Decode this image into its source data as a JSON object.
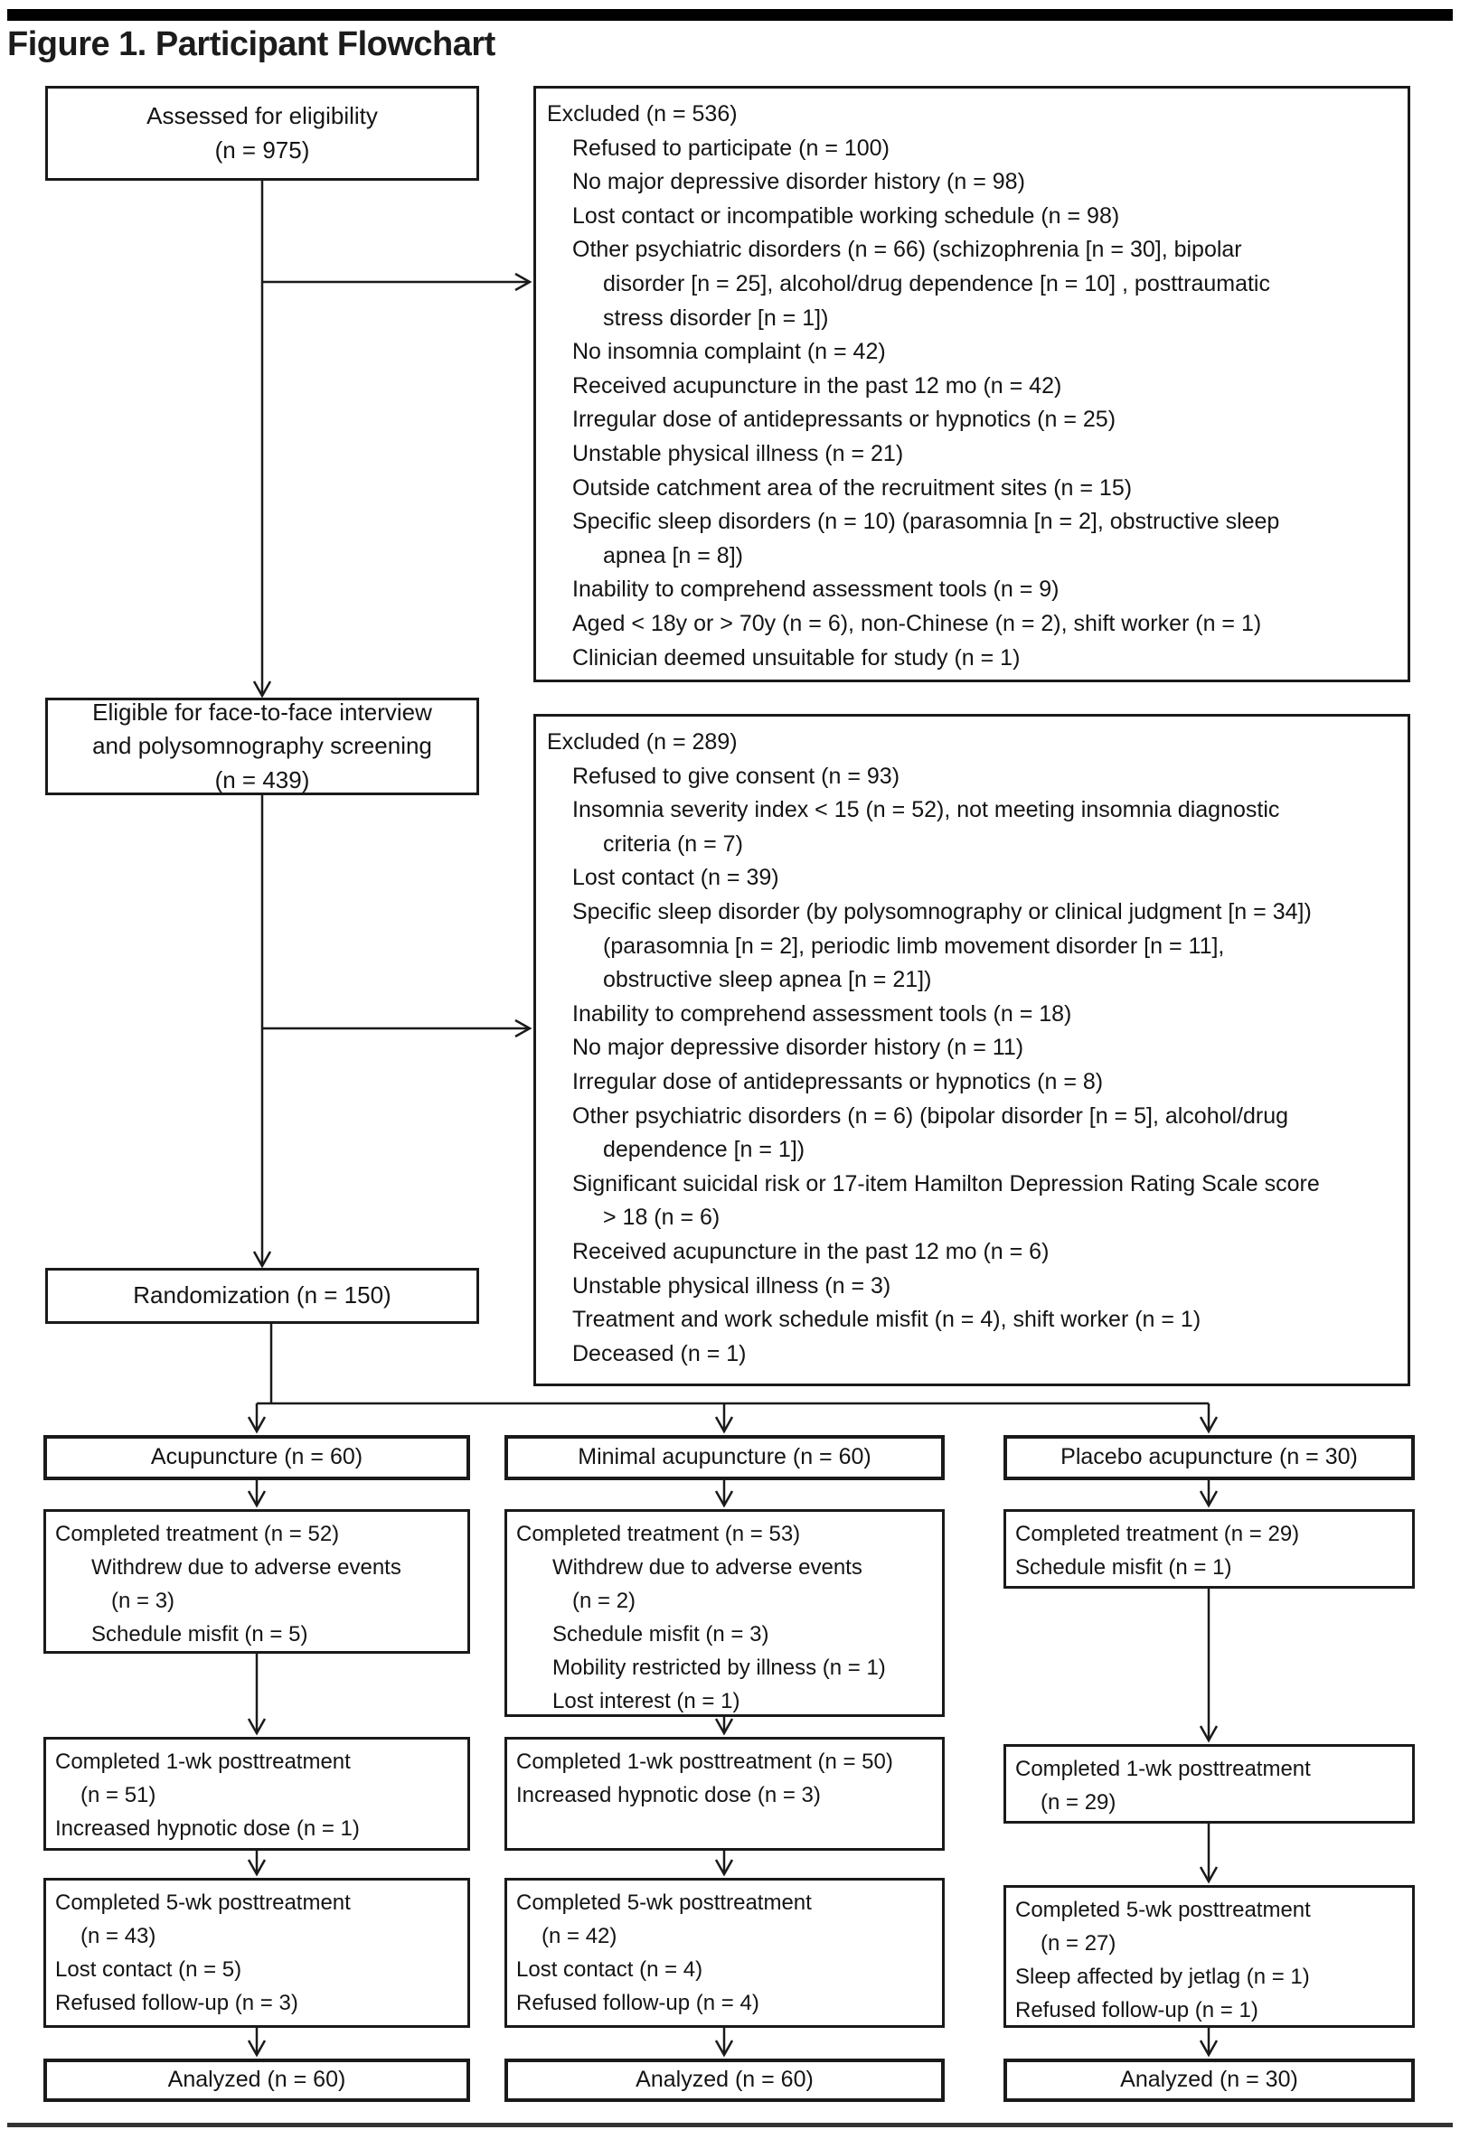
{
  "title": "Figure 1. Participant Flowchart",
  "colors": {
    "line": "#1a1a1a",
    "text": "#141414",
    "top_bar": "#000000",
    "bottom_bar": "#333333",
    "background": "#ffffff"
  },
  "boxes": {
    "assessed": {
      "lines": [
        {
          "t": "Assessed for eligibility",
          "i": 0
        },
        {
          "t": "(n = 975)",
          "i": 0
        }
      ]
    },
    "excluded_screening": {
      "lines": [
        {
          "t": "Excluded (n = 536)",
          "i": 0
        },
        {
          "t": "Refused to participate (n = 100)",
          "i": 1
        },
        {
          "t": "No major depressive disorder history (n = 98)",
          "i": 1
        },
        {
          "t": "Lost contact or incompatible working schedule (n = 98)",
          "i": 1
        },
        {
          "t": "Other psychiatric disorders (n = 66) (schizophrenia [n = 30], bipolar",
          "i": 1
        },
        {
          "t": "disorder [n = 25], alcohol/drug dependence [n = 10] , posttraumatic",
          "i": 3
        },
        {
          "t": "stress disorder [n = 1])",
          "i": 3
        },
        {
          "t": "No insomnia complaint (n = 42)",
          "i": 1
        },
        {
          "t": "Received acupuncture in the past 12 mo (n = 42)",
          "i": 1
        },
        {
          "t": "Irregular dose of antidepressants or hypnotics (n = 25)",
          "i": 1
        },
        {
          "t": "Unstable physical illness (n = 21)",
          "i": 1
        },
        {
          "t": "Outside catchment area of the recruitment sites (n = 15)",
          "i": 1
        },
        {
          "t": "Specific sleep disorders (n = 10) (parasomnia [n = 2], obstructive sleep",
          "i": 1
        },
        {
          "t": "apnea [n = 8])",
          "i": 3
        },
        {
          "t": "Inability to comprehend assessment tools (n = 9)",
          "i": 1
        },
        {
          "t": "Aged < 18y or > 70y (n = 6), non-Chinese (n = 2), shift worker (n = 1)",
          "i": 1
        },
        {
          "t": "Clinician deemed unsuitable for study (n = 1)",
          "i": 1
        }
      ]
    },
    "eligible": {
      "lines": [
        {
          "t": "Eligible for face-to-face interview",
          "i": 0
        },
        {
          "t": "and polysomnography screening",
          "i": 0
        },
        {
          "t": "(n = 439)",
          "i": 0
        }
      ]
    },
    "excluded_interview": {
      "lines": [
        {
          "t": "Excluded (n = 289)",
          "i": 0
        },
        {
          "t": "Refused to give consent (n = 93)",
          "i": 1
        },
        {
          "t": "Insomnia severity index < 15 (n = 52), not meeting insomnia diagnostic",
          "i": 1
        },
        {
          "t": "criteria (n = 7)",
          "i": 3
        },
        {
          "t": "Lost contact (n = 39)",
          "i": 1
        },
        {
          "t": "Specific sleep disorder (by polysomnography or clinical judgment [n = 34])",
          "i": 1
        },
        {
          "t": "(parasomnia [n = 2], periodic limb movement disorder [n = 11],",
          "i": 3
        },
        {
          "t": "obstructive sleep apnea [n = 21])",
          "i": 3
        },
        {
          "t": "Inability to comprehend assessment tools (n = 18)",
          "i": 1
        },
        {
          "t": "No major depressive disorder history (n = 11)",
          "i": 1
        },
        {
          "t": "Irregular dose of antidepressants or hypnotics (n = 8)",
          "i": 1
        },
        {
          "t": "Other psychiatric disorders (n = 6) (bipolar disorder [n = 5], alcohol/drug",
          "i": 1
        },
        {
          "t": "dependence [n = 1])",
          "i": 3
        },
        {
          "t": "Significant suicidal risk or 17-item Hamilton Depression Rating Scale score",
          "i": 1
        },
        {
          "t": "> 18 (n = 6)",
          "i": 3
        },
        {
          "t": "Received acupuncture in the past 12 mo (n = 6)",
          "i": 1
        },
        {
          "t": "Unstable physical illness (n = 3)",
          "i": 1
        },
        {
          "t": "Treatment and work schedule misfit (n = 4), shift worker (n = 1)",
          "i": 1
        },
        {
          "t": "Deceased (n = 1)",
          "i": 1
        }
      ]
    },
    "randomization": {
      "lines": [
        {
          "t": "Randomization (n = 150)",
          "i": 0
        }
      ]
    },
    "groups": [
      {
        "header": "Acupuncture (n = 60)",
        "treatment": {
          "lines": [
            {
              "t": "Completed treatment (n = 52)",
              "i": 0
            },
            {
              "t": "Withdrew due to adverse events",
              "i": 2
            },
            {
              "t": "(n = 3)",
              "i": 3
            },
            {
              "t": "Schedule misfit (n = 5)",
              "i": 2
            }
          ]
        },
        "post1wk": {
          "lines": [
            {
              "t": "Completed 1-wk posttreatment",
              "i": 0
            },
            {
              "t": "(n = 51)",
              "i": 1
            },
            {
              "t": "Increased hypnotic dose (n = 1)",
              "i": 0
            }
          ]
        },
        "post5wk": {
          "lines": [
            {
              "t": "Completed 5-wk posttreatment",
              "i": 0
            },
            {
              "t": "(n = 43)",
              "i": 1
            },
            {
              "t": "Lost contact (n = 5)",
              "i": 0
            },
            {
              "t": "Refused follow-up (n = 3)",
              "i": 0
            }
          ]
        },
        "analyzed": "Analyzed (n = 60)"
      },
      {
        "header": "Minimal acupuncture (n = 60)",
        "treatment": {
          "lines": [
            {
              "t": "Completed treatment (n = 53)",
              "i": 0
            },
            {
              "t": "Withdrew due to adverse events",
              "i": 2
            },
            {
              "t": "(n = 2)",
              "i": 3
            },
            {
              "t": "Schedule misfit (n = 3)",
              "i": 2
            },
            {
              "t": "Mobility restricted by illness (n = 1)",
              "i": 2
            },
            {
              "t": "Lost interest (n = 1)",
              "i": 2
            }
          ]
        },
        "post1wk": {
          "lines": [
            {
              "t": "Completed 1-wk posttreatment (n = 50)",
              "i": 0
            },
            {
              "t": "Increased hypnotic dose (n = 3)",
              "i": 0
            }
          ]
        },
        "post5wk": {
          "lines": [
            {
              "t": "Completed 5-wk posttreatment",
              "i": 0
            },
            {
              "t": "(n = 42)",
              "i": 1
            },
            {
              "t": "Lost contact (n = 4)",
              "i": 0
            },
            {
              "t": "Refused follow-up (n = 4)",
              "i": 0
            }
          ]
        },
        "analyzed": "Analyzed (n = 60)"
      },
      {
        "header": "Placebo acupuncture (n = 30)",
        "treatment": {
          "lines": [
            {
              "t": "Completed treatment (n = 29)",
              "i": 0
            },
            {
              "t": "Schedule misfit (n = 1)",
              "i": 0
            }
          ]
        },
        "post1wk": {
          "lines": [
            {
              "t": "Completed 1-wk posttreatment",
              "i": 0
            },
            {
              "t": "(n = 29)",
              "i": 1
            }
          ]
        },
        "post5wk": {
          "lines": [
            {
              "t": "Completed 5-wk posttreatment",
              "i": 0
            },
            {
              "t": "(n = 27)",
              "i": 1
            },
            {
              "t": "Sleep affected by jetlag (n = 1)",
              "i": 0
            },
            {
              "t": "Refused follow-up (n = 1)",
              "i": 0
            }
          ]
        },
        "analyzed": "Analyzed (n = 30)"
      }
    ]
  }
}
